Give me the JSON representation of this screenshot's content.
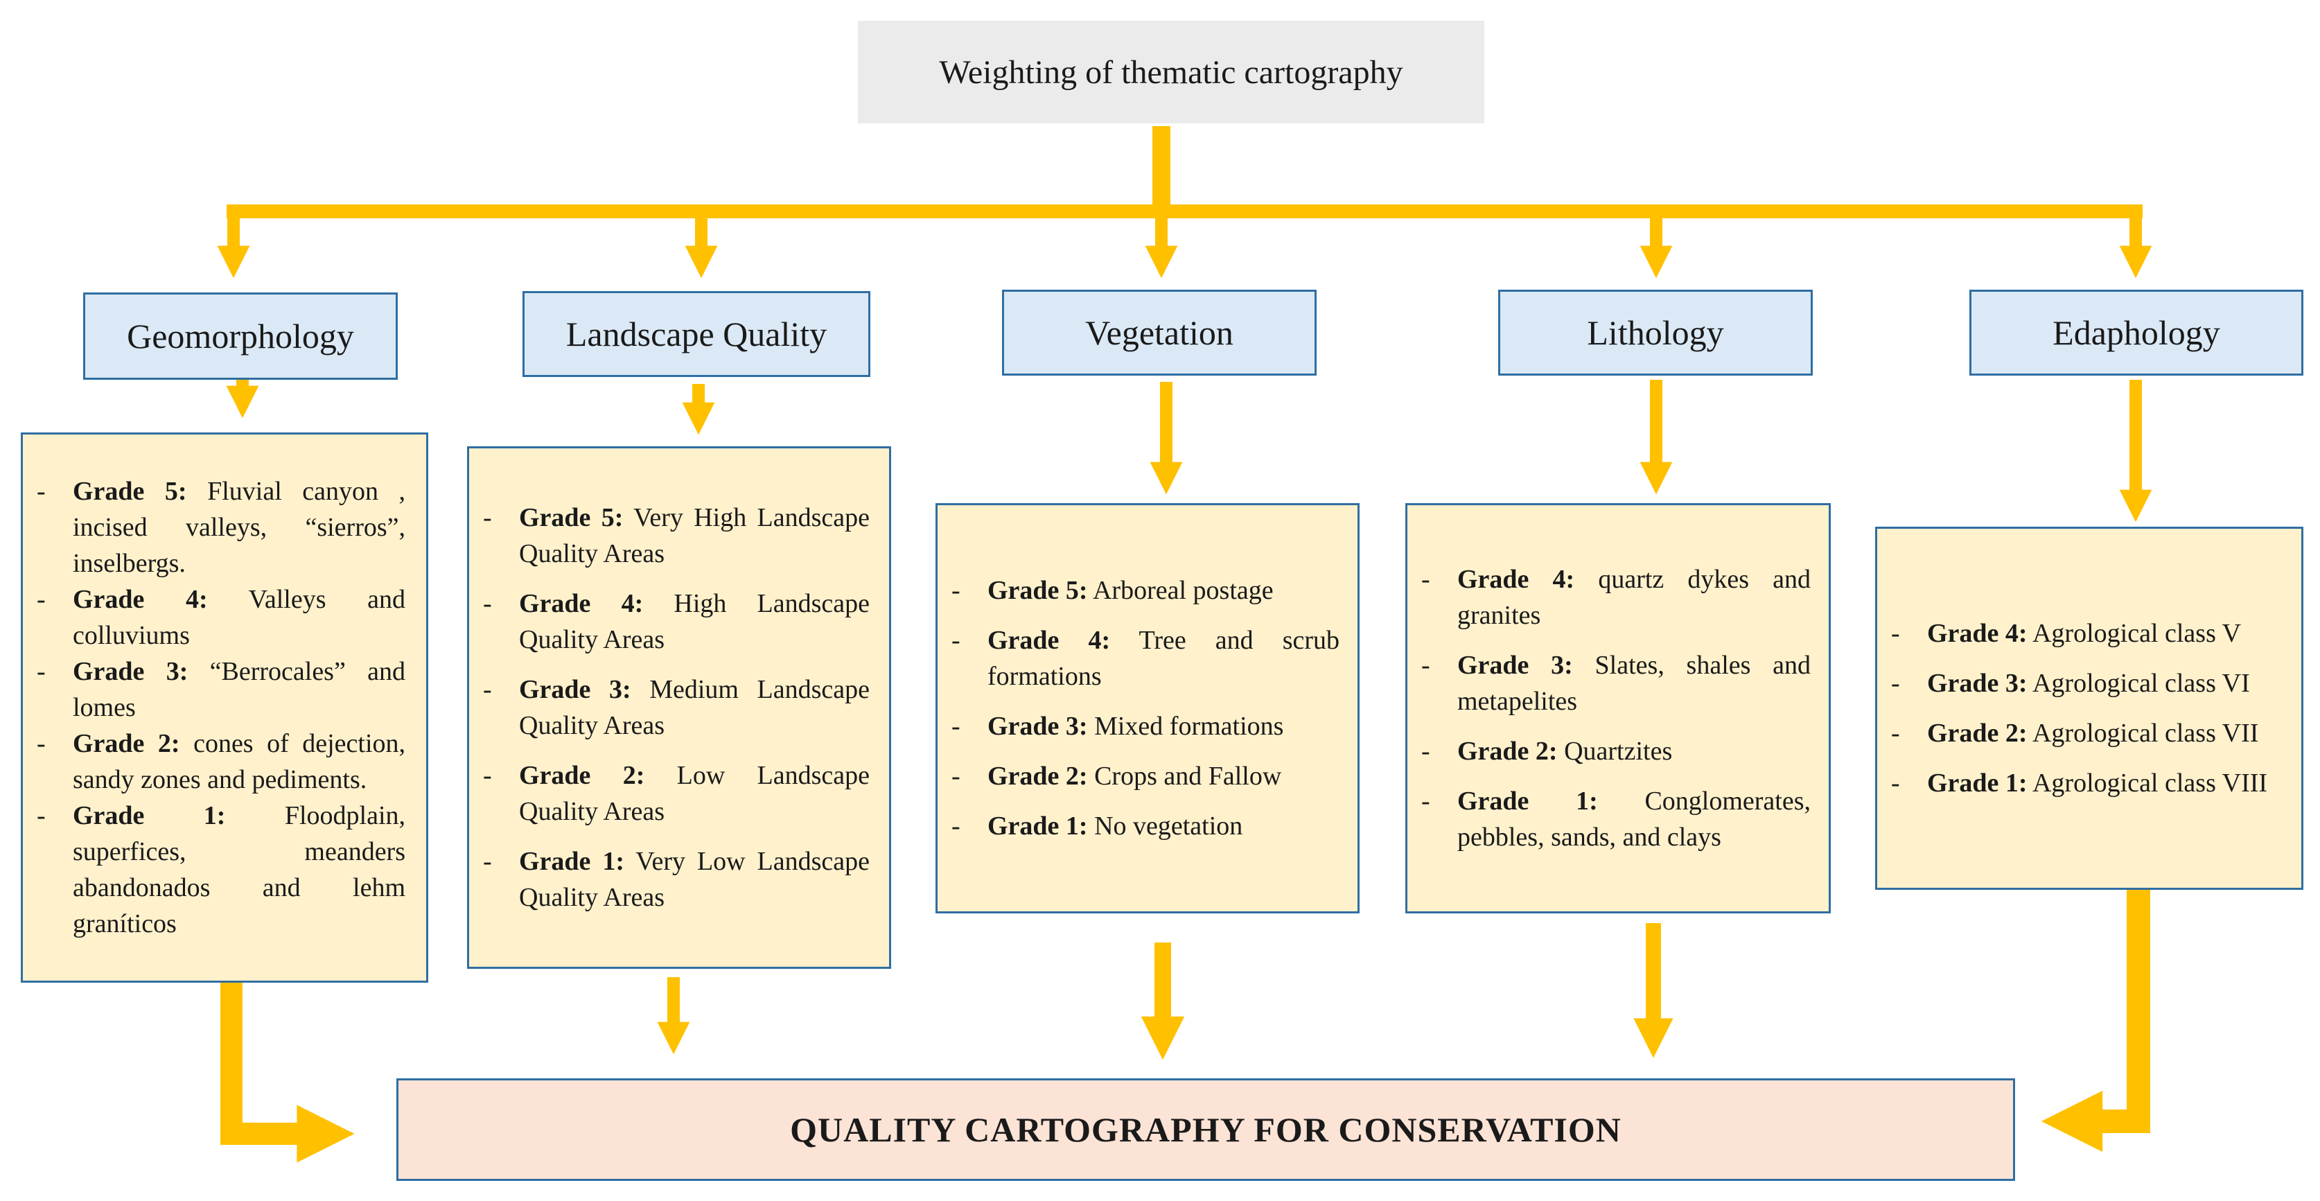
{
  "title": "Weighting of thematic cartography",
  "categories": [
    {
      "name": "Geomorphology",
      "grades": [
        {
          "grade": "Grade 5:",
          "text": "Fluvial canyon , incised valleys, “sierros”, inselbergs."
        },
        {
          "grade": "Grade 4:",
          "text": "Valleys and colluviums"
        },
        {
          "grade": "Grade 3:",
          "text": "“Berrocales” and lomes"
        },
        {
          "grade": "Grade 2:",
          "text": "cones of dejection, sandy zones and pediments."
        },
        {
          "grade": "Grade 1:",
          "text": "Floodplain, superfices, meanders abandonados and lehm graníticos"
        }
      ]
    },
    {
      "name": "Landscape Quality",
      "grades": [
        {
          "grade": "Grade 5:",
          "text": "Very High Landscape Quality Areas"
        },
        {
          "grade": "Grade 4:",
          "text": "High Landscape Quality Areas"
        },
        {
          "grade": "Grade 3:",
          "text": "Medium Landscape Quality Areas"
        },
        {
          "grade": "Grade 2:",
          "text": "Low Landscape Quality Areas"
        },
        {
          "grade": "Grade 1:",
          "text": "Very Low Landscape Quality Areas"
        }
      ]
    },
    {
      "name": "Vegetation",
      "grades": [
        {
          "grade": "Grade 5:",
          "text": "Arboreal postage"
        },
        {
          "grade": "Grade 4:",
          "text": "Tree and scrub formations"
        },
        {
          "grade": "Grade 3:",
          "text": "Mixed formations"
        },
        {
          "grade": "Grade 2:",
          "text": "Crops and Fallow"
        },
        {
          "grade": "Grade 1:",
          "text": "No vegetation"
        }
      ]
    },
    {
      "name": "Lithology",
      "grades": [
        {
          "grade": "Grade 4:",
          "text": "quartz dykes and granites"
        },
        {
          "grade": "Grade 3:",
          "text": "Slates, shales and metapelites"
        },
        {
          "grade": "Grade 2:",
          "text": "Quartzites"
        },
        {
          "grade": "Grade 1:",
          "text": "Conglomerates, pebbles, sands, and clays"
        }
      ]
    },
    {
      "name": "Edaphology",
      "grades": [
        {
          "grade": "Grade 4:",
          "text": "Agrological class V"
        },
        {
          "grade": "Grade 3:",
          "text": "Agrological class VI"
        },
        {
          "grade": "Grade 2:",
          "text": "Agrological class VII"
        },
        {
          "grade": "Grade 1:",
          "text": "Agrological class VIII"
        }
      ]
    }
  ],
  "result": "QUALITY CARTOGRAPHY FOR CONSERVATION",
  "colors": {
    "arrow": "#ffc000",
    "category_fill": "#dbe9f6",
    "grade_fill": "#fff1cc",
    "result_fill": "#fbe3d6",
    "border": "#2f6ea3"
  }
}
